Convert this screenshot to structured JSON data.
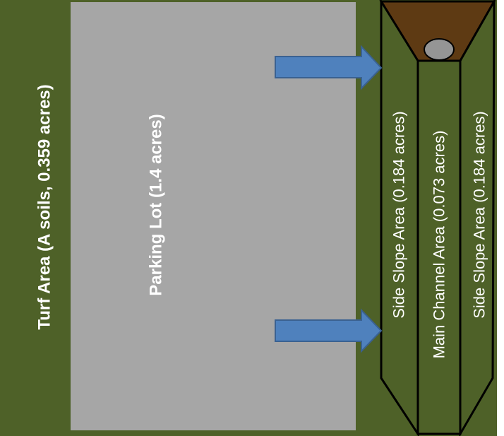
{
  "labels": {
    "turf_area": "Turf Area (A soils, 0.359 acres)",
    "parking_lot": "Parking Lot (1.4 acres)",
    "side_slope_left": "Side Slope Area (0.184 acres)",
    "main_channel": "Main Channel Area (0.073 acres)",
    "side_slope_right": "Side Slope Area (0.184 acres)"
  },
  "colors": {
    "turf": "#4e6128",
    "parking_lot": "#a6a6a6",
    "channel_soil": "#5e3a13",
    "pipe": "#959595",
    "flow_arrow": "#4f81bd",
    "outline": "#000000",
    "label_text": "#ffffff"
  },
  "icons": {
    "flow_arrow": "right-arrow",
    "pipe": "circular-pipe-cross-section"
  }
}
